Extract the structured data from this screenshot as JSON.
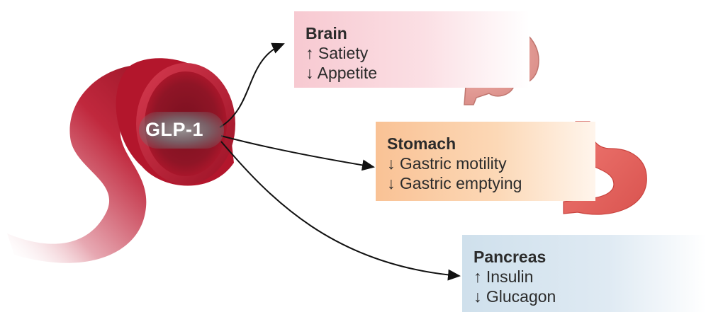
{
  "hormone": {
    "label": "GLP-1"
  },
  "targets": {
    "brain": {
      "title": "Brain",
      "effects": [
        "↑ Satiety",
        "↓ Appetite"
      ]
    },
    "stomach": {
      "title": "Stomach",
      "effects": [
        "↓ Gastric motility",
        "↓ Gastric emptying"
      ]
    },
    "pancreas": {
      "title": "Pancreas",
      "effects": [
        "↑ Insulin",
        "↓ Glucagon"
      ]
    }
  },
  "colors": {
    "vessel": "#b3162c",
    "brain_box": "#f7c9d1",
    "stomach_box": "#f9c295",
    "pancreas_box": "#cfe0ec",
    "arrow": "#111111"
  }
}
